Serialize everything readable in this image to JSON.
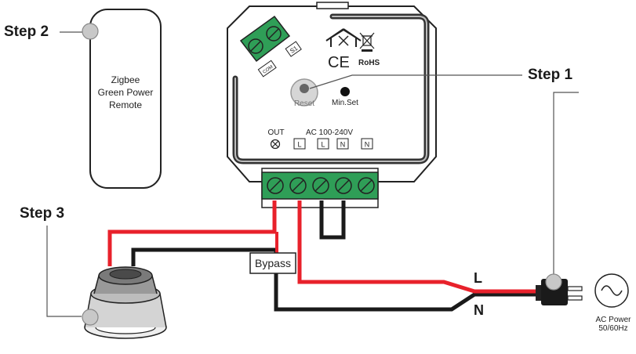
{
  "steps": {
    "step1": "Step 1",
    "step2": "Step 2",
    "step3": "Step 3"
  },
  "remote": {
    "line1": "Zigbee",
    "line2": "Green Power",
    "line3": "Remote"
  },
  "module": {
    "terminal_small_1": "S1",
    "terminal_small_2": "COM",
    "ce_mark": "CE",
    "rohs": "RoHS",
    "reset_label": "Reset",
    "minset_label": "Min.Set",
    "out_label": "OUT",
    "ac_label": "AC 100-240V",
    "terminals": [
      "L",
      "L",
      "N",
      "N"
    ]
  },
  "wiring": {
    "bypass_label": "Bypass",
    "live_label": "L",
    "neutral_label": "N"
  },
  "power": {
    "line1": "AC Power",
    "line2": "50/60Hz"
  },
  "colors": {
    "live_wire": "#e8212b",
    "neutral_wire": "#1a1a1a",
    "terminal_green": "#2f9e57",
    "outline": "#222222"
  }
}
